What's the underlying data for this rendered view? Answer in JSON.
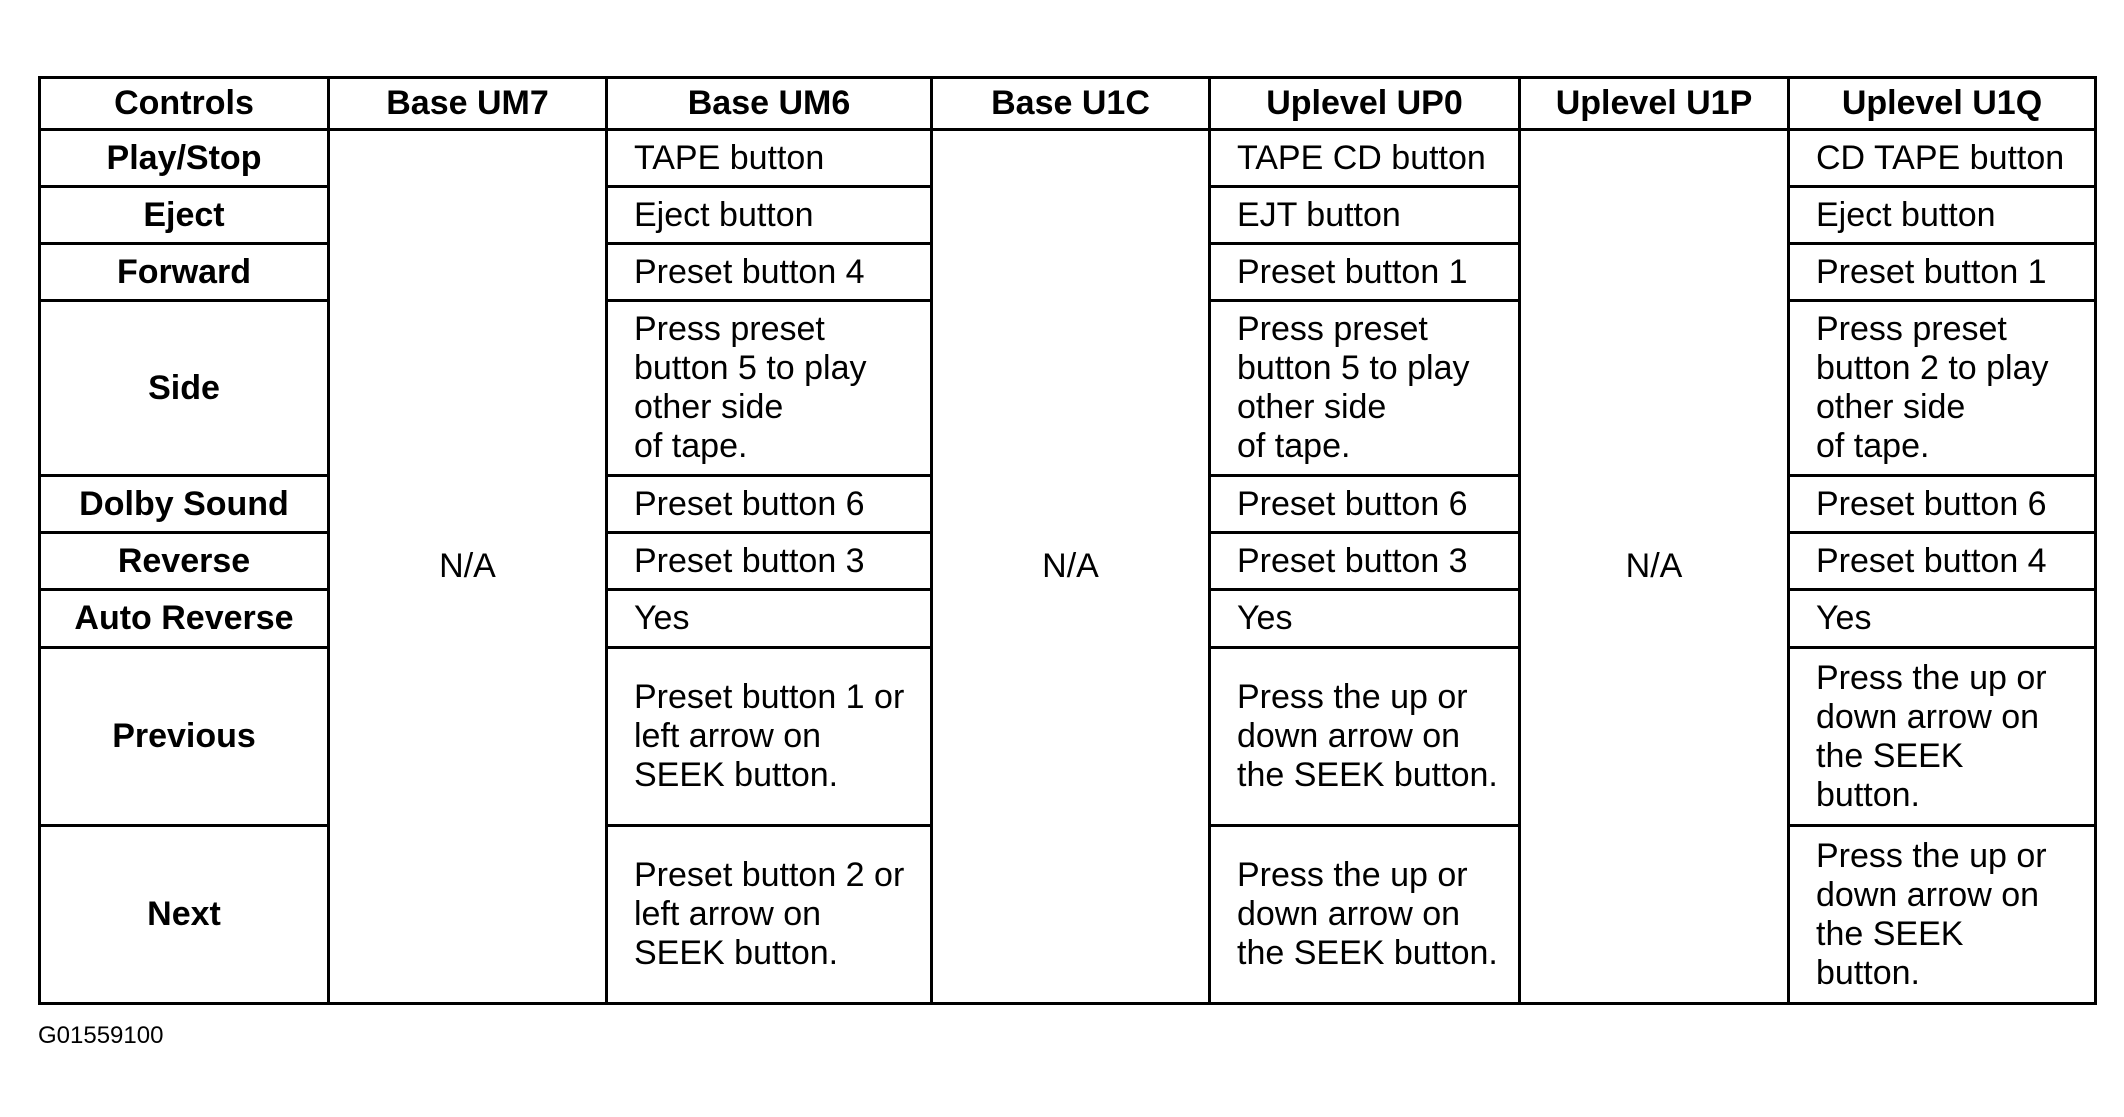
{
  "table": {
    "headers": [
      "Controls",
      "Base UM7",
      "Base UM6",
      "Base U1C",
      "Uplevel UP0",
      "Uplevel U1P",
      "Uplevel U1Q"
    ],
    "na_text": "N/A",
    "rows": [
      {
        "label": "Play/Stop",
        "um6": "TAPE button",
        "up0": "TAPE CD button",
        "u1q": "CD TAPE button"
      },
      {
        "label": "Eject",
        "um6": "Eject button",
        "up0": "EJT button",
        "u1q": "Eject button"
      },
      {
        "label": "Forward",
        "um6": "Preset button 4",
        "up0": "Preset button 1",
        "u1q": "Preset button 1"
      },
      {
        "label": "Side",
        "um6": "Press preset\nbutton 5 to play\nother side\nof tape.",
        "up0": "Press preset\nbutton 5 to play\nother side\nof tape.",
        "u1q": "Press preset\nbutton 2 to play\nother side\nof tape."
      },
      {
        "label": "Dolby Sound",
        "um6": "Preset button 6",
        "up0": "Preset button 6",
        "u1q": "Preset button 6"
      },
      {
        "label": "Reverse",
        "um6": "Preset button 3",
        "up0": "Preset button 3",
        "u1q": "Preset button 4"
      },
      {
        "label": "Auto Reverse",
        "um6": "Yes",
        "up0": "Yes",
        "u1q": "Yes"
      },
      {
        "label": "Previous",
        "um6": "Preset button 1 or\nleft arrow on\nSEEK button.",
        "up0": "Press the up or\ndown arrow on\nthe SEEK button.",
        "u1q": "Press the up or\ndown arrow on\nthe SEEK\nbutton."
      },
      {
        "label": "Next",
        "um6": "Preset button 2 or\nleft arrow on\nSEEK button.",
        "up0": "Press the up or\ndown arrow on\nthe SEEK button.",
        "u1q": "Press the up or\ndown arrow on\nthe SEEK\nbutton."
      }
    ]
  },
  "figure_id": "G01559100"
}
